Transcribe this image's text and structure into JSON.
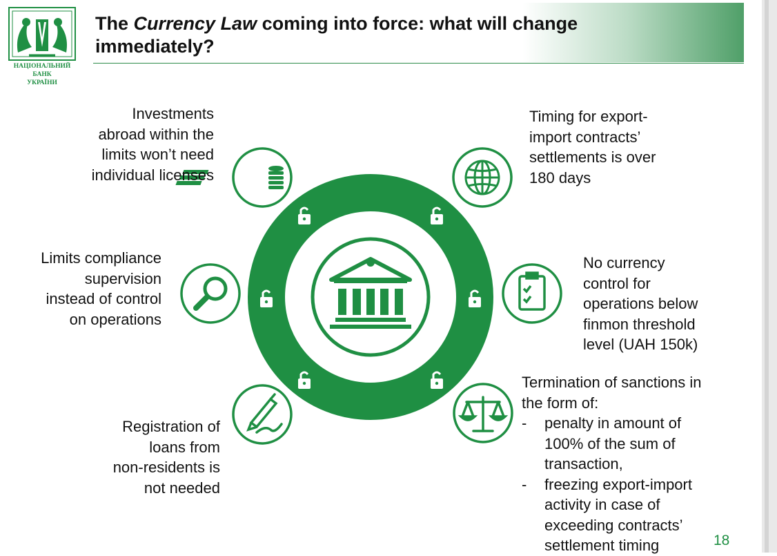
{
  "slide": {
    "title_part1": "The ",
    "title_italic": "Currency Law",
    "title_part2": " coming into force: what will change immediately?",
    "page_number": "18"
  },
  "logo": {
    "line1": "НАЦІОНАЛЬНИЙ",
    "line2": "БАНК",
    "line3": "УКРАЇНИ"
  },
  "items": {
    "investments": [
      "Investments",
      "abroad within the",
      "limits won’t need",
      "individual licenses"
    ],
    "timing": [
      "Timing for export-",
      "import contracts’",
      "settlements is over",
      "180 days"
    ],
    "limits": [
      "Limits compliance",
      "supervision",
      "instead of control",
      "on operations"
    ],
    "no_control": [
      "No currency",
      "control for",
      "operations below",
      "finmon threshold",
      "level (UAH 150k)"
    ],
    "registration": [
      "Registration of",
      "loans from",
      "non-residents is",
      "not needed"
    ],
    "sanctions": {
      "intro": [
        "Termination of sanctions in",
        "the form of:"
      ],
      "dash": "-",
      "bullets": [
        [
          "penalty in amount of",
          "100% of the sum of",
          "transaction,"
        ],
        [
          "freezing export-import",
          "activity in case of",
          "exceeding contracts’",
          "settlement timing"
        ]
      ]
    }
  },
  "icons": {
    "center": "bank-building-icon",
    "investments": "money-stack-icon",
    "timing": "globe-icon",
    "limits": "magnifier-icon",
    "no_control": "checklist-clipboard-icon",
    "registration": "pen-signature-icon",
    "sanctions": "scales-icon",
    "ring_locks": "open-padlock-icon"
  },
  "colors": {
    "primary_green": "#1f8f43",
    "dark_green": "#1b7d3a"
  }
}
